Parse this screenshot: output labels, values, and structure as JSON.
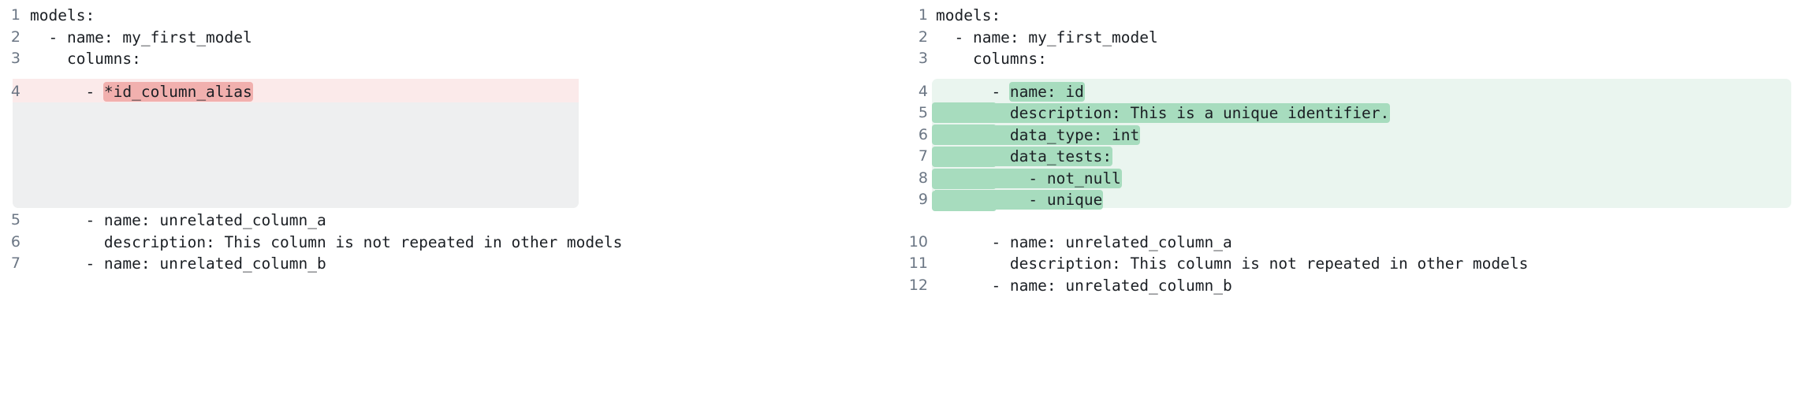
{
  "view": {
    "kind": "side-by-side-diff",
    "language": "yaml",
    "colors": {
      "page_background": "#ffffff",
      "removed_line_background": "#fbeaea",
      "removed_fill_background": "#eeeff0",
      "removed_word_highlight": "#f1b0ae",
      "added_block_background": "#eaf5ef",
      "added_word_highlight": "#a7dcbe",
      "gutter_text": "#6b7684",
      "code_text": "#1b1f24"
    }
  },
  "left": {
    "pane_name": "before",
    "lines": [
      {
        "num": "1",
        "text": "models:",
        "state": "context"
      },
      {
        "num": "2",
        "text": "  - name: my_first_model",
        "state": "context"
      },
      {
        "num": "3",
        "text": "    columns:",
        "state": "context"
      },
      {
        "num": "4",
        "prefix": "      - ",
        "highlight": "*id_column_alias",
        "suffix": "",
        "state": "removed"
      },
      {
        "num": "",
        "text": "",
        "state": "removed-fill"
      },
      {
        "num": "",
        "text": "",
        "state": "removed-fill"
      },
      {
        "num": "",
        "text": "",
        "state": "removed-fill"
      },
      {
        "num": "",
        "text": "",
        "state": "removed-fill"
      },
      {
        "num": "",
        "text": "",
        "state": "gap"
      },
      {
        "num": "5",
        "text": "      - name: unrelated_column_a",
        "state": "context"
      },
      {
        "num": "6",
        "text": "        description: This column is not repeated in other models",
        "state": "context"
      },
      {
        "num": "7",
        "text": "      - name: unrelated_column_b",
        "state": "context"
      }
    ]
  },
  "right": {
    "pane_name": "after",
    "lines": [
      {
        "num": "1",
        "text": "models:",
        "state": "context"
      },
      {
        "num": "2",
        "text": "  - name: my_first_model",
        "state": "context"
      },
      {
        "num": "3",
        "text": "    columns:",
        "state": "context"
      },
      {
        "num": "4",
        "prefix": "      - ",
        "highlight": "name: id",
        "suffix": "",
        "state": "added"
      },
      {
        "num": "5",
        "prefix": "",
        "highlight": "        description: This is a unique identifier.",
        "suffix": "",
        "state": "added-full"
      },
      {
        "num": "6",
        "prefix": "",
        "highlight": "        data_type: int",
        "suffix": "",
        "state": "added-full"
      },
      {
        "num": "7",
        "prefix": "",
        "highlight": "        data_tests:",
        "suffix": "",
        "state": "added-full"
      },
      {
        "num": "8",
        "prefix": "",
        "highlight": "          - not_null",
        "suffix": "",
        "state": "added-full"
      },
      {
        "num": "9",
        "prefix": "",
        "highlight": "          - unique",
        "suffix": "",
        "state": "added-full"
      },
      {
        "num": "",
        "text": "",
        "state": "gap"
      },
      {
        "num": "10",
        "text": "      - name: unrelated_column_a",
        "state": "context"
      },
      {
        "num": "11",
        "text": "        description: This column is not repeated in other models",
        "state": "context"
      },
      {
        "num": "12",
        "text": "      - name: unrelated_column_b",
        "state": "context"
      }
    ]
  }
}
